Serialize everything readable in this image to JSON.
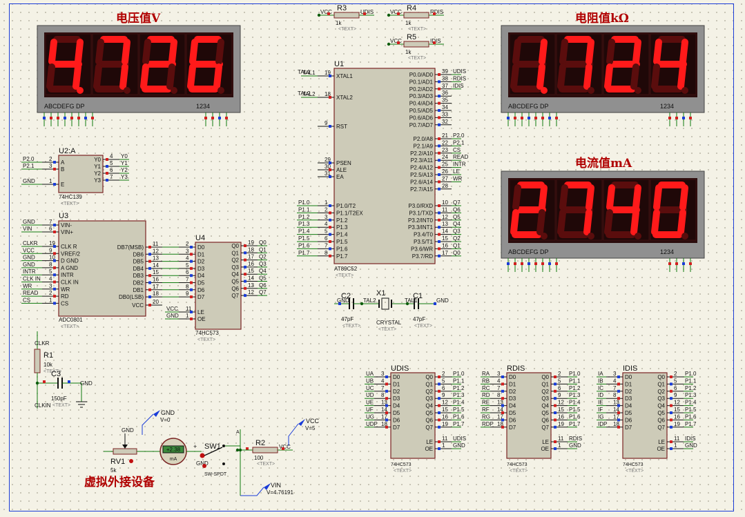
{
  "titles": {
    "voltage": "电压值V",
    "resistance": "电阻值kΩ",
    "current": "电流值mA",
    "external": "虚拟外接设备"
  },
  "displays": {
    "voltage": {
      "digits": [
        "4",
        "7",
        "2",
        "6"
      ],
      "dp_index": 0
    },
    "resistance": {
      "digits": [
        "1",
        "7",
        "2",
        "4"
      ],
      "dp_index": 0
    },
    "current": {
      "digits": [
        "2",
        "7",
        "4",
        "0"
      ],
      "dp_index": -1
    },
    "segment_label": "ABCDEFG  DP",
    "digit_label": "1234"
  },
  "colors": {
    "segment_on": "#ff1a1a",
    "segment_off": "#5a0d0d",
    "display_bg": "#2b0c0c",
    "body": "#cdcbb8",
    "wire": "#0f7a0f",
    "title": "#b00000"
  },
  "parts": {
    "u1": {
      "ref": "U1",
      "type": "AT89C52",
      "text": "<TEXT>"
    },
    "u2": {
      "ref": "U2:A",
      "type": "74HC139",
      "text": "<TEXT>"
    },
    "u3": {
      "ref": "U3",
      "type": "ADC0801",
      "text": "<TEXT>"
    },
    "u4": {
      "ref": "U4",
      "type": "74HC573",
      "text": "<TEXT>"
    },
    "r1": {
      "ref": "R1",
      "value": "10k",
      "text": "<TEXT>"
    },
    "r2": {
      "ref": "R2",
      "value": "100",
      "text": "<TEXT>"
    },
    "r3": {
      "ref": "R3",
      "value": "1k",
      "text": "<TEXT>"
    },
    "r4": {
      "ref": "R4",
      "value": "1k",
      "text": "<TEXT>"
    },
    "r5": {
      "ref": "R5",
      "value": "1k",
      "text": "<TEXT>"
    },
    "c1": {
      "ref": "C1",
      "value": "47pF",
      "text": "<TEXT>"
    },
    "c2": {
      "ref": "C2",
      "value": "47pF",
      "text": "<TEXT>"
    },
    "c3": {
      "ref": "C3",
      "value": "150pF",
      "text": "<TEXT>"
    },
    "x1": {
      "ref": "X1",
      "value": "CRYSTAL",
      "text": "<TEXT>"
    },
    "rv1": {
      "ref": "RV1",
      "value": "5k"
    },
    "sw1": {
      "ref": "SW1",
      "type": "SW-SPDT"
    },
    "meter": {
      "reading": "+2.38",
      "unit": "mA"
    },
    "latches": [
      {
        "ref": "UDIS",
        "type": "74HC573",
        "text": "<TEXT>"
      },
      {
        "ref": "RDIS",
        "type": "74HC573",
        "text": "<TEXT>"
      },
      {
        "ref": "IDIS",
        "type": "74HC573",
        "text": "<TEXT>"
      }
    ]
  },
  "probes": {
    "gnd": {
      "name": "GND",
      "value": "V=0"
    },
    "vcc": {
      "name": "VCC",
      "value": "V=5"
    },
    "vin": {
      "name": "VIN",
      "value": "V=4.76191"
    }
  },
  "u1_pins": {
    "left_top": [
      {
        "num": "19",
        "name": "XTAL1",
        "net": "TAL1"
      },
      {
        "num": "18",
        "name": "XTAL2",
        "net": "TAL2"
      },
      {
        "num": "9",
        "name": "RST",
        "net": ""
      },
      {
        "num": "29",
        "name": "PSEN",
        "net": ""
      },
      {
        "num": "30",
        "name": "ALE",
        "net": ""
      },
      {
        "num": "31",
        "name": "EA",
        "net": ""
      }
    ],
    "left_p1": [
      {
        "num": "1",
        "name": "P1.0/T2",
        "net": "P1.0"
      },
      {
        "num": "2",
        "name": "P1.1/T2EX",
        "net": "P1.1"
      },
      {
        "num": "3",
        "name": "P1.2",
        "net": "P1.2"
      },
      {
        "num": "4",
        "name": "P1.3",
        "net": "P1.3"
      },
      {
        "num": "5",
        "name": "P1.4",
        "net": "P1.4"
      },
      {
        "num": "6",
        "name": "P1.5",
        "net": "P1.5"
      },
      {
        "num": "7",
        "name": "P1.6",
        "net": "P1.6"
      },
      {
        "num": "8",
        "name": "P1.7",
        "net": "P1.7"
      }
    ],
    "right_p0": [
      {
        "num": "39",
        "name": "P0.0/AD0",
        "net": "UDIS"
      },
      {
        "num": "38",
        "name": "P0.1/AD1",
        "net": "RDIS"
      },
      {
        "num": "37",
        "name": "P0.2/AD2",
        "net": "IDIS"
      },
      {
        "num": "36",
        "name": "P0.3/AD3",
        "net": ""
      },
      {
        "num": "35",
        "name": "P0.4/AD4",
        "net": ""
      },
      {
        "num": "34",
        "name": "P0.5/AD5",
        "net": ""
      },
      {
        "num": "33",
        "name": "P0.6/AD6",
        "net": ""
      },
      {
        "num": "32",
        "name": "P0.7/AD7",
        "net": ""
      }
    ],
    "right_p2": [
      {
        "num": "21",
        "name": "P2.0/A8",
        "net": "P2.0"
      },
      {
        "num": "22",
        "name": "P2.1/A9",
        "net": "P2.1"
      },
      {
        "num": "23",
        "name": "P2.2/A10",
        "net": "CS"
      },
      {
        "num": "24",
        "name": "P2.3/A11",
        "net": "READ"
      },
      {
        "num": "25",
        "name": "P2.4/A12",
        "net": "INTR"
      },
      {
        "num": "26",
        "name": "P2.5/A13",
        "net": "LE"
      },
      {
        "num": "27",
        "name": "P2.6/A14",
        "net": "WR"
      },
      {
        "num": "28",
        "name": "P2.7/A15",
        "net": ""
      }
    ],
    "right_p3": [
      {
        "num": "10",
        "name": "P3.0/RXD",
        "net": "Q7"
      },
      {
        "num": "11",
        "name": "P3.1/TXD",
        "net": "Q6"
      },
      {
        "num": "12",
        "name": "P3.2/INT0",
        "net": "Q5"
      },
      {
        "num": "13",
        "name": "P3.3/INT1",
        "net": "Q4"
      },
      {
        "num": "14",
        "name": "P3.4/T0",
        "net": "Q3"
      },
      {
        "num": "15",
        "name": "P3.5/T1",
        "net": "Q2"
      },
      {
        "num": "16",
        "name": "P3.6/WR",
        "net": "Q1"
      },
      {
        "num": "17",
        "name": "P3.7/RD",
        "net": "Q0"
      }
    ]
  },
  "u2_pins": {
    "left": [
      {
        "num": "2",
        "name": "A",
        "net": "P2.0"
      },
      {
        "num": "3",
        "name": "B",
        "net": "P2.1"
      },
      {
        "num": "1",
        "name": "E",
        "net": "GND"
      }
    ],
    "right": [
      {
        "num": "4",
        "name": "Y0",
        "net": "Y0"
      },
      {
        "num": "5",
        "name": "Y1",
        "net": "Y1"
      },
      {
        "num": "6",
        "name": "Y2",
        "net": "Y2"
      },
      {
        "num": "7",
        "name": "Y3",
        "net": "Y3"
      }
    ]
  },
  "u3_pins": {
    "left_top": [
      {
        "num": "7",
        "name": "VIN-",
        "net": "GND"
      },
      {
        "num": "6",
        "name": "VIN+",
        "net": "VIN"
      }
    ],
    "left": [
      {
        "num": "19",
        "name": "CLK R",
        "net": "CLKR"
      },
      {
        "num": "9",
        "name": "VREF/2",
        "net": "VCC"
      },
      {
        "num": "10",
        "name": "D GND",
        "net": "GND"
      },
      {
        "num": "8",
        "name": "A GND",
        "net": "GND"
      },
      {
        "num": "5",
        "name": "INTR",
        "net": "INTR"
      },
      {
        "num": "4",
        "name": "CLK IN",
        "net": "CLK IN"
      },
      {
        "num": "3",
        "name": "WR",
        "net": "WR"
      },
      {
        "num": "2",
        "name": "RD",
        "net": "READ"
      },
      {
        "num": "1",
        "name": "CS",
        "net": "CS"
      }
    ],
    "right": [
      {
        "num": "11",
        "name": "DB7(MSB)"
      },
      {
        "num": "12",
        "name": "DB6"
      },
      {
        "num": "13",
        "name": "DB5"
      },
      {
        "num": "14",
        "name": "DB4"
      },
      {
        "num": "15",
        "name": "DB3"
      },
      {
        "num": "16",
        "name": "DB2"
      },
      {
        "num": "17",
        "name": "DB1"
      },
      {
        "num": "18",
        "name": "DB0(LSB)"
      },
      {
        "num": "20",
        "name": "VCC"
      }
    ]
  },
  "u4_pins": {
    "left": [
      {
        "num": "2",
        "name": "D0"
      },
      {
        "num": "3",
        "name": "D1"
      },
      {
        "num": "4",
        "name": "D2"
      },
      {
        "num": "5",
        "name": "D3"
      },
      {
        "num": "6",
        "name": "D4"
      },
      {
        "num": "7",
        "name": "D5"
      },
      {
        "num": "8",
        "name": "D6"
      },
      {
        "num": "9",
        "name": "D7"
      }
    ],
    "control": [
      {
        "num": "11",
        "name": "LE",
        "net": "VCC"
      },
      {
        "num": "1",
        "name": "OE",
        "net": "GND"
      }
    ],
    "right": [
      {
        "num": "19",
        "name": "Q0",
        "net": "Q0"
      },
      {
        "num": "18",
        "name": "Q1",
        "net": "Q1"
      },
      {
        "num": "17",
        "name": "Q2",
        "net": "Q2"
      },
      {
        "num": "16",
        "name": "Q3",
        "net": "Q3"
      },
      {
        "num": "15",
        "name": "Q4",
        "net": "Q4"
      },
      {
        "num": "14",
        "name": "Q5",
        "net": "Q5"
      },
      {
        "num": "13",
        "name": "Q6",
        "net": "Q6"
      },
      {
        "num": "12",
        "name": "Q7",
        "net": "Q7"
      }
    ]
  },
  "latch_pins": {
    "d_pins": [
      "3",
      "4",
      "7",
      "8",
      "13",
      "14",
      "17",
      "18"
    ],
    "d_names": [
      "D0",
      "D1",
      "D2",
      "D3",
      "D4",
      "D5",
      "D6",
      "D7"
    ],
    "q_pins": [
      "2",
      "5",
      "6",
      "9",
      "12",
      "15",
      "16",
      "19"
    ],
    "q_names": [
      "Q0",
      "Q1",
      "Q2",
      "Q3",
      "Q4",
      "Q5",
      "Q6",
      "Q7"
    ],
    "q_nets": [
      "P1.0",
      "P1.1",
      "P1.2",
      "P1.3",
      "P1.4",
      "P1.5",
      "P1.6",
      "P1.7"
    ],
    "ctrl": [
      {
        "num": "11",
        "name": "LE"
      },
      {
        "num": "1",
        "name": "OE"
      }
    ],
    "udis_in": [
      "UA",
      "UB",
      "UC",
      "UD",
      "UE",
      "UF",
      "UG",
      "UDP"
    ],
    "rdis_in": [
      "RA",
      "RB",
      "RC",
      "RD",
      "RE",
      "RF",
      "RG",
      "RDP"
    ],
    "idis_in": [
      "IA",
      "IB",
      "IC",
      "ID",
      "IE",
      "IF",
      "IG",
      "IDP"
    ]
  },
  "nets": {
    "gnd": "GND",
    "vcc": "VCC",
    "udis": "UDIS",
    "rdis": "RDIS",
    "idis": "IDIS",
    "tal1": "TAL1",
    "tal2": "TAL2",
    "clkr": "CLKR",
    "clkin": "CLKIN"
  }
}
